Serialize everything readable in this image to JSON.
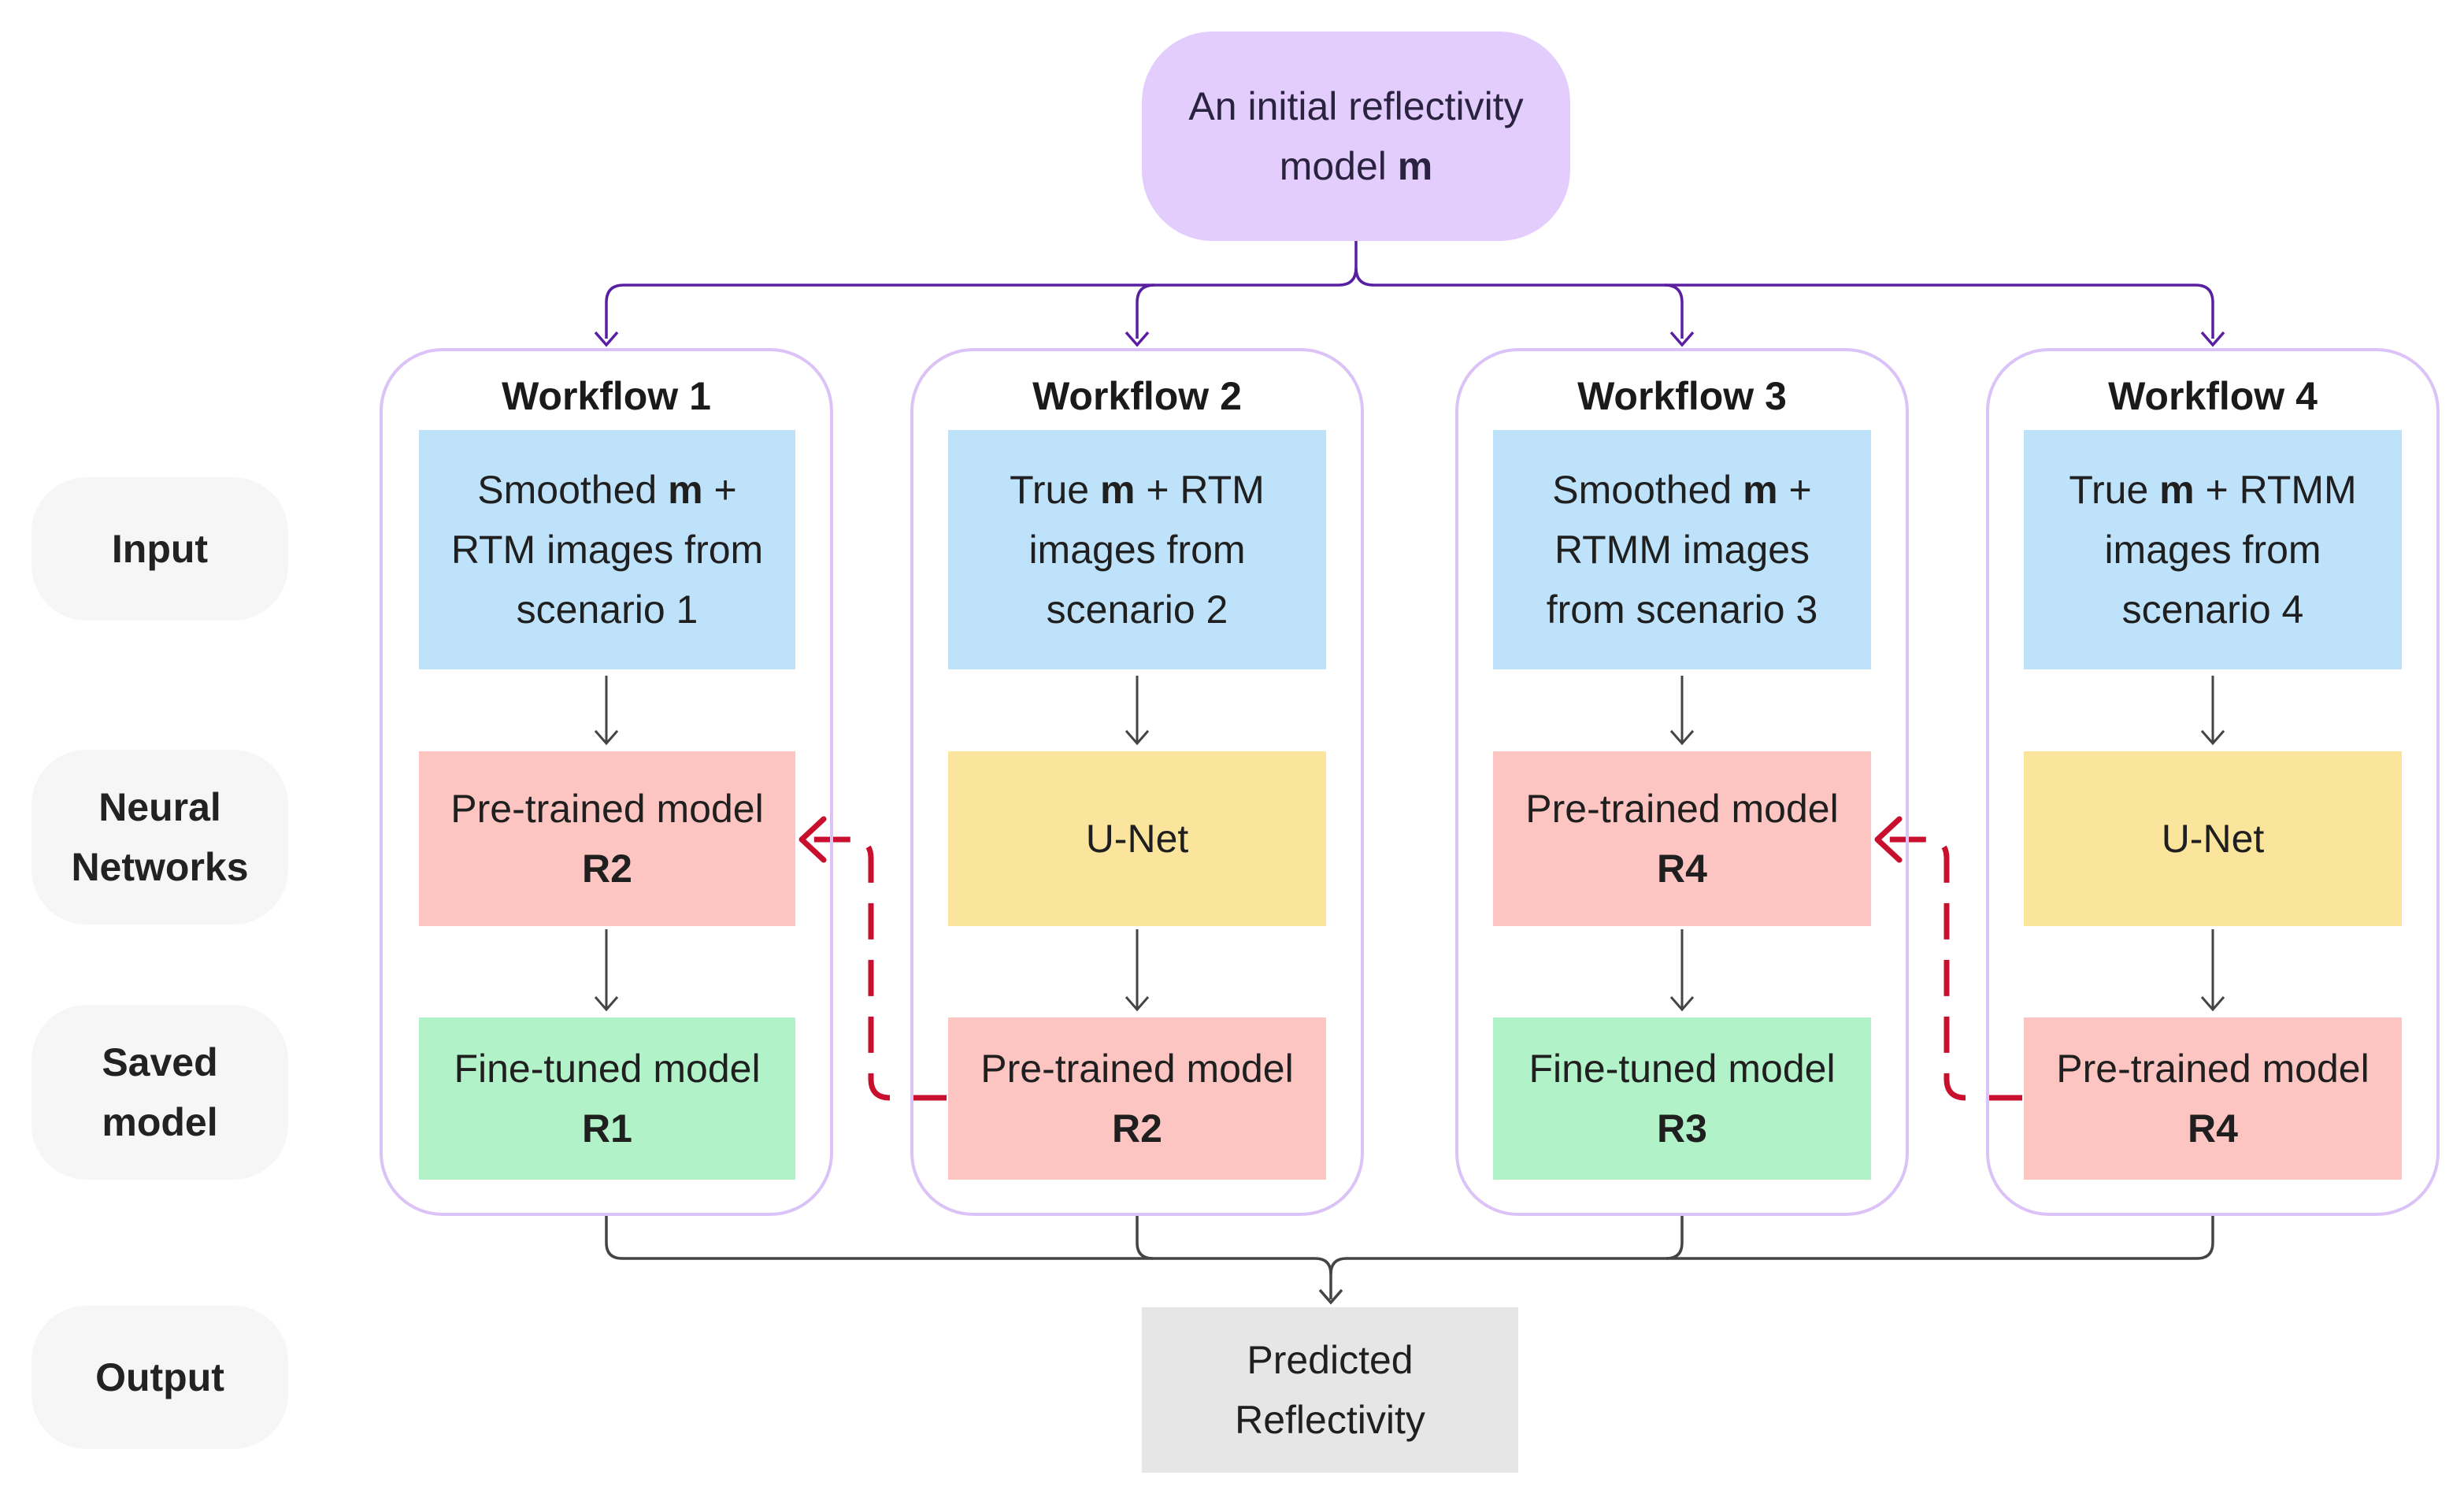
{
  "top_node": {
    "line1": "An initial reflectivity",
    "line2_text": "model ",
    "line2_bold": "m"
  },
  "row_labels": {
    "input": "Input",
    "neural_line1": "Neural",
    "neural_line2": "Networks",
    "saved_line1": "Saved",
    "saved_line2": "model",
    "output": "Output"
  },
  "workflows": [
    {
      "title": "Workflow 1",
      "input": {
        "l1a": "Smoothed ",
        "l1b": "m",
        "l1c": " +",
        "l2": "RTM images from",
        "l3": "scenario 1"
      },
      "network": {
        "l1": "Pre-trained model",
        "l2": "R2"
      },
      "saved": {
        "l1": "Fine-tuned model",
        "l2": "R1"
      }
    },
    {
      "title": "Workflow 2",
      "input": {
        "l1a": "True ",
        "l1b": "m",
        "l1c": " + RTM",
        "l2": "images from",
        "l3": "scenario 2"
      },
      "network": {
        "l1": "U-Net"
      },
      "saved": {
        "l1": "Pre-trained model",
        "l2": "R2"
      }
    },
    {
      "title": "Workflow 3",
      "input": {
        "l1a": "Smoothed ",
        "l1b": "m",
        "l1c": " +",
        "l2": "RTMM images",
        "l3": "from scenario 3"
      },
      "network": {
        "l1": "Pre-trained model",
        "l2": "R4"
      },
      "saved": {
        "l1": "Fine-tuned model",
        "l2": "R3"
      }
    },
    {
      "title": "Workflow 4",
      "input": {
        "l1a": "True ",
        "l1b": "m",
        "l1c": " + RTMM",
        "l2": "images from",
        "l3": "scenario 4"
      },
      "network": {
        "l1": "U-Net"
      },
      "saved": {
        "l1": "Pre-trained model",
        "l2": "R4"
      }
    }
  ],
  "output_node": {
    "line1": "Predicted",
    "line2": "Reflectivity"
  },
  "colors": {
    "top": "#e3cdfd",
    "workflow_border": "#dcc3f7",
    "input": "#bfe2fb",
    "pretrained": "#fdc5c1",
    "unet": "#fbe59d",
    "finetuned": "#b2f2c9",
    "output": "#e6e6e6",
    "connector_top": "#5a1ea0",
    "connector_arrow": "#444444",
    "transfer_arrow": "#c8102e"
  }
}
